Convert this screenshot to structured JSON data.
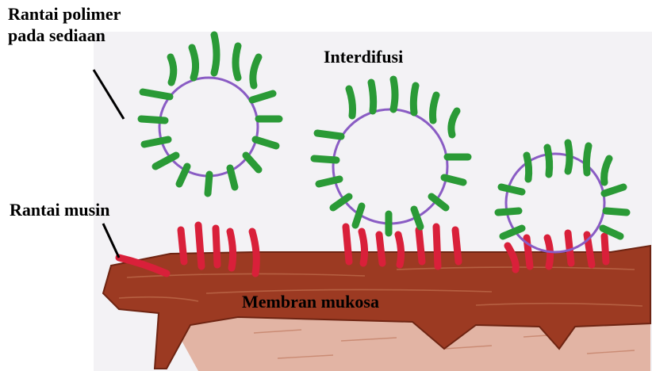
{
  "labels": {
    "polymer_line1": "Rantai polimer",
    "polymer_line2": "pada sediaan",
    "interdiffusion": "Interdifusi",
    "mucin": "Rantai musin",
    "membrane": "Membran mukosa"
  },
  "colors": {
    "paper": "#f3f2f5",
    "polymer_ring": "#8a5cc4",
    "polymer_chain": "#2a9a36",
    "polymer_chain_light": "#5cc268",
    "mucin": "#d9203a",
    "mucin_dark": "#a8122a",
    "membrane": "#9c3a22",
    "membrane_dark": "#6e2412",
    "membrane_stroke": "#b86a4a",
    "tissue": "#d9a08a",
    "pointer": "#000000"
  },
  "diagram": {
    "polymer_rings": 3,
    "mucin_groups": 4,
    "pointer_icons": [
      "pointer-line-polymer",
      "pointer-line-mucin"
    ]
  }
}
